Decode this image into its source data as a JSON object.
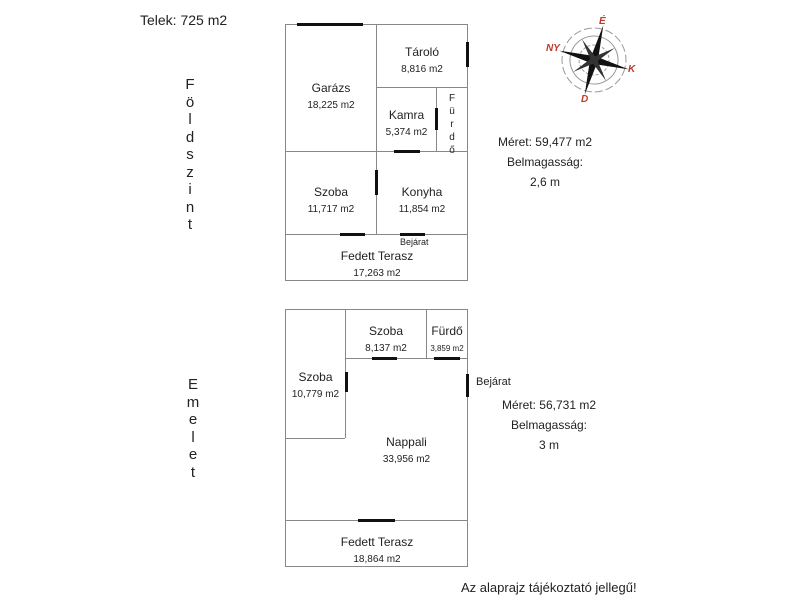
{
  "plot": {
    "label": "Telek: 725 m2"
  },
  "ground_floor": {
    "title": "Földszint",
    "rooms": [
      {
        "name": "Garázs",
        "area": "18,225 m2"
      },
      {
        "name": "Tároló",
        "area": "8,816 m2"
      },
      {
        "name": "Kamra",
        "area": "5,374 m2"
      },
      {
        "name": "Fürdő",
        "area": ""
      },
      {
        "name": "Szoba",
        "area": "11,717 m2"
      },
      {
        "name": "Konyha",
        "area": "11,854 m2"
      },
      {
        "name": "Fedett Terasz",
        "area": "17,263 m2"
      }
    ],
    "entrance": "Bejárat",
    "size": "Méret: 59,477 m2",
    "height_label": "Belmagasság:",
    "height": "2,6 m"
  },
  "upper_floor": {
    "title": "Emelet",
    "rooms": [
      {
        "name": "Szoba",
        "area": "8,137 m2"
      },
      {
        "name": "Fürdő",
        "area": "3,859 m2"
      },
      {
        "name": "Szoba",
        "area": "10,779 m2"
      },
      {
        "name": "Nappali",
        "area": "33,956 m2"
      },
      {
        "name": "Fedett Terasz",
        "area": "18,864 m2"
      }
    ],
    "entrance": "Bejárat",
    "size": "Méret: 56,731 m2",
    "height_label": "Belmagasság:",
    "height": "3 m"
  },
  "compass": {
    "north": "É",
    "west": "NY",
    "east": "K",
    "south": "D",
    "color": "#c0392b"
  },
  "disclaimer": "Az alaprajz tájékoztató jellegű!"
}
